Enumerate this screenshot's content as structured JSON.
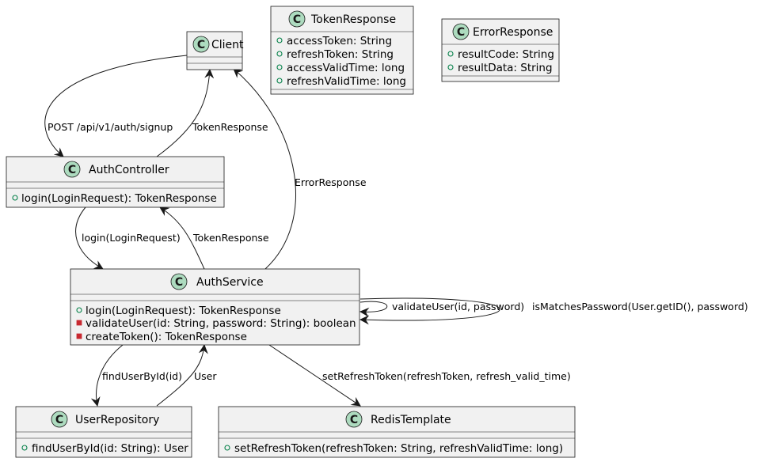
{
  "classes": {
    "client": {
      "name": "Client",
      "members": []
    },
    "token_response": {
      "name": "TokenResponse",
      "members": [
        {
          "visibility": "public",
          "text": "accessToken: String"
        },
        {
          "visibility": "public",
          "text": "refreshToken: String"
        },
        {
          "visibility": "public",
          "text": "accessValidTime: long"
        },
        {
          "visibility": "public",
          "text": "refreshValidTime: long"
        }
      ]
    },
    "error_response": {
      "name": "ErrorResponse",
      "members": [
        {
          "visibility": "public",
          "text": "resultCode: String"
        },
        {
          "visibility": "public",
          "text": "resultData: String"
        }
      ]
    },
    "auth_controller": {
      "name": "AuthController",
      "members": [
        {
          "visibility": "public",
          "text": "login(LoginRequest): TokenResponse"
        }
      ]
    },
    "auth_service": {
      "name": "AuthService",
      "members": [
        {
          "visibility": "public",
          "text": "login(LoginRequest): TokenResponse"
        },
        {
          "visibility": "private",
          "text": "validateUser(id: String, password: String): boolean"
        },
        {
          "visibility": "private",
          "text": "createToken(): TokenResponse"
        }
      ]
    },
    "user_repository": {
      "name": "UserRepository",
      "members": [
        {
          "visibility": "public",
          "text": "findUserById(id: String): User"
        }
      ]
    },
    "redis_template": {
      "name": "RedisTemplate",
      "members": [
        {
          "visibility": "public",
          "text": "setRefreshToken(refreshToken: String, refreshValidTime: long)"
        }
      ]
    }
  },
  "class_icon_letter": "C",
  "edges": {
    "signup": "POST /api/v1/auth/signup",
    "controller_to_client": "TokenResponse",
    "service_error": "ErrorResponse",
    "login_call": "login(LoginRequest)",
    "service_to_controller": "TokenResponse",
    "validate_self": "validateUser(id, password)",
    "matches_self": "isMatchesPassword(User.getID(), password)",
    "find_user": "findUserById(id)",
    "user_return": "User",
    "set_refresh": "setRefreshToken(refreshToken, refresh_valid_time)"
  },
  "colors": {
    "box_fill": "#f1f1f1",
    "class_icon": "#addbbf",
    "public_marker": "#038048",
    "private_marker": "#c82930"
  }
}
